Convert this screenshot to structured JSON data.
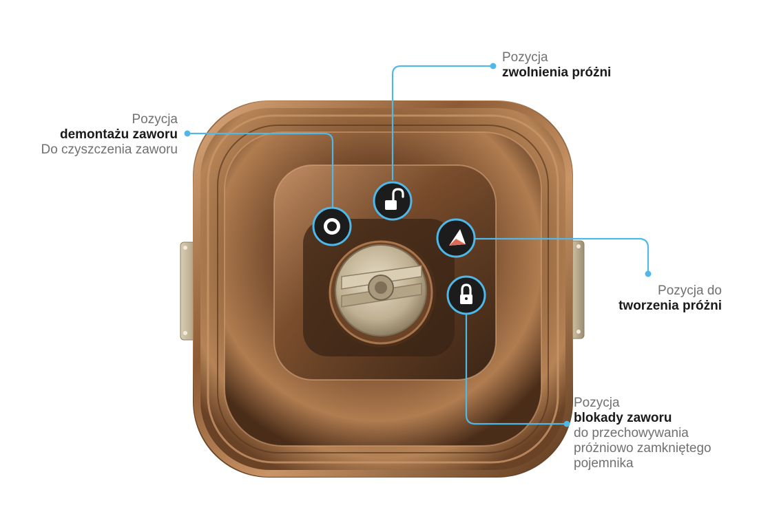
{
  "callouts": {
    "release": {
      "line1": "Pozycja",
      "bold": "zwolnienia próżni"
    },
    "dismount": {
      "line1": "Pozycja",
      "bold": "demontażu zaworu",
      "line3": "Do czyszczenia zaworu"
    },
    "vacuum": {
      "line1": "Pozycja do",
      "bold": "tworzenia próżni"
    },
    "lock": {
      "line1": "Pozycja",
      "bold": "blokady zaworu",
      "line3": "do przechowywania",
      "line4": "próżniowo zamkniętego",
      "line5": "pojemnika"
    }
  },
  "icons": {
    "dismount": "circle-o-icon",
    "release": "unlock-icon",
    "vacuum": "triangle-icon",
    "lock": "lock-icon"
  },
  "colors": {
    "leader_line": "#4fb8e8",
    "icon_fill": "#1c1c1c",
    "icon_ring": "#4fb8e8",
    "container_bronze": "#a8744a",
    "valve_knob": "#c9bca2"
  }
}
